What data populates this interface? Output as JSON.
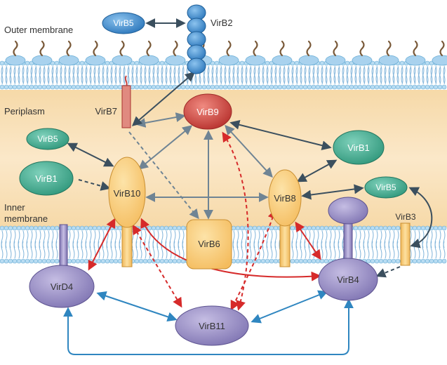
{
  "regions": {
    "outer_membrane": "Outer membrane",
    "periplasm": "Periplasm",
    "inner_membrane_line1": "Inner",
    "inner_membrane_line2": "membrane"
  },
  "proteins": {
    "virb5_outer": "VirB5",
    "virb2": "VirB2",
    "virb7": "VirB7",
    "virb9": "VirB9",
    "virb5_periplasm": "VirB5",
    "virb1_right": "VirB1",
    "virb1_left": "VirB1",
    "virb10": "VirB10",
    "virb8": "VirB8",
    "virb5_right": "VirB5",
    "virb3": "VirB3",
    "virb6": "VirB6",
    "virb4": "VirB4",
    "vird4": "VirD4",
    "virb11": "VirB11"
  },
  "colors": {
    "periplasm": "#fbe6c4",
    "membrane_head": "#b8dcf2",
    "membrane_head_stroke": "#6aaed6",
    "membrane_tail": "#7fb3d9",
    "lps": "#7a5a3a",
    "virb2": "#3b86c9",
    "virb5_outer": "#2f76bb",
    "virb9": "#c9413d",
    "virb7": "#d9796f",
    "teal": "#3aa88e",
    "tan": "#f9cd78",
    "purple": "#8f85bf",
    "arrow_grey": "#6f8494",
    "arrow_dark": "#3b4f5e",
    "arrow_red": "#d62a2a",
    "arrow_blue": "#2f86c0"
  }
}
